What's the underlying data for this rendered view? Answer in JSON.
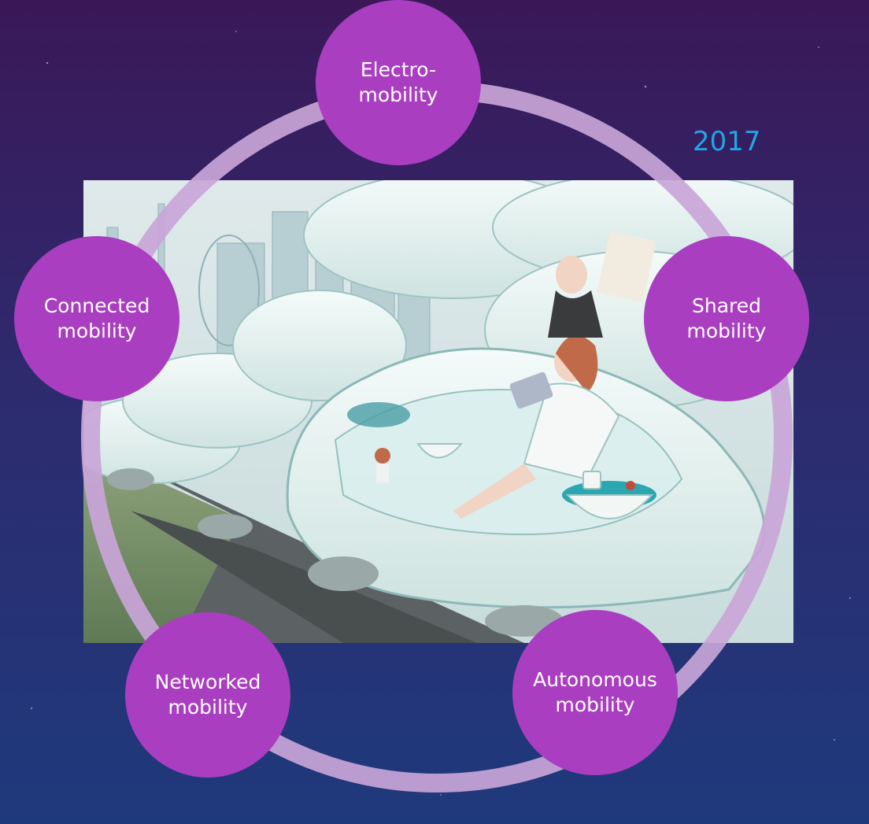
{
  "year_label": "2017",
  "nodes": [
    {
      "label": "Electro-\nmobility"
    },
    {
      "label": "Shared\nmobility"
    },
    {
      "label": "Autonomous\nmobility"
    },
    {
      "label": "Networked\nmobility"
    },
    {
      "label": "Connected\nmobility"
    }
  ],
  "colors": {
    "node_fill": "#a93ec0",
    "ring_stroke": "#c9a5d8",
    "year_text": "#1fa6e6",
    "node_text": "#ffffff"
  }
}
